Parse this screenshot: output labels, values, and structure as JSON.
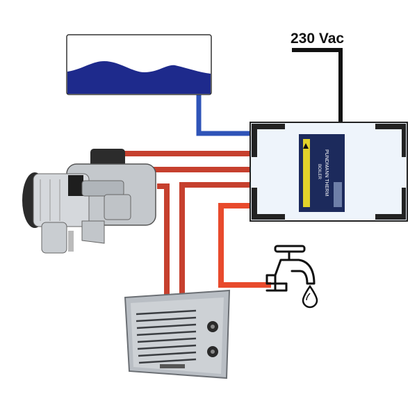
{
  "power": {
    "label": "230 Vac"
  },
  "boiler": {
    "brand_text": "PUNDMANN THERM",
    "sub_text": "BOILER"
  },
  "colors": {
    "hot_pipe": "#c6402e",
    "hot_pipe_light": "#e84a2c",
    "cold_pipe": "#2f54b8",
    "water": "#1e2a8c",
    "cable": "#111111",
    "boiler_label": "#1c2a5c",
    "boiler_accent": "#e2d22a"
  },
  "icons": [
    "water-tank-icon",
    "diesel-heater-icon",
    "boiler-icon",
    "tap-icon",
    "water-drop-icon",
    "air-heater-icon"
  ]
}
